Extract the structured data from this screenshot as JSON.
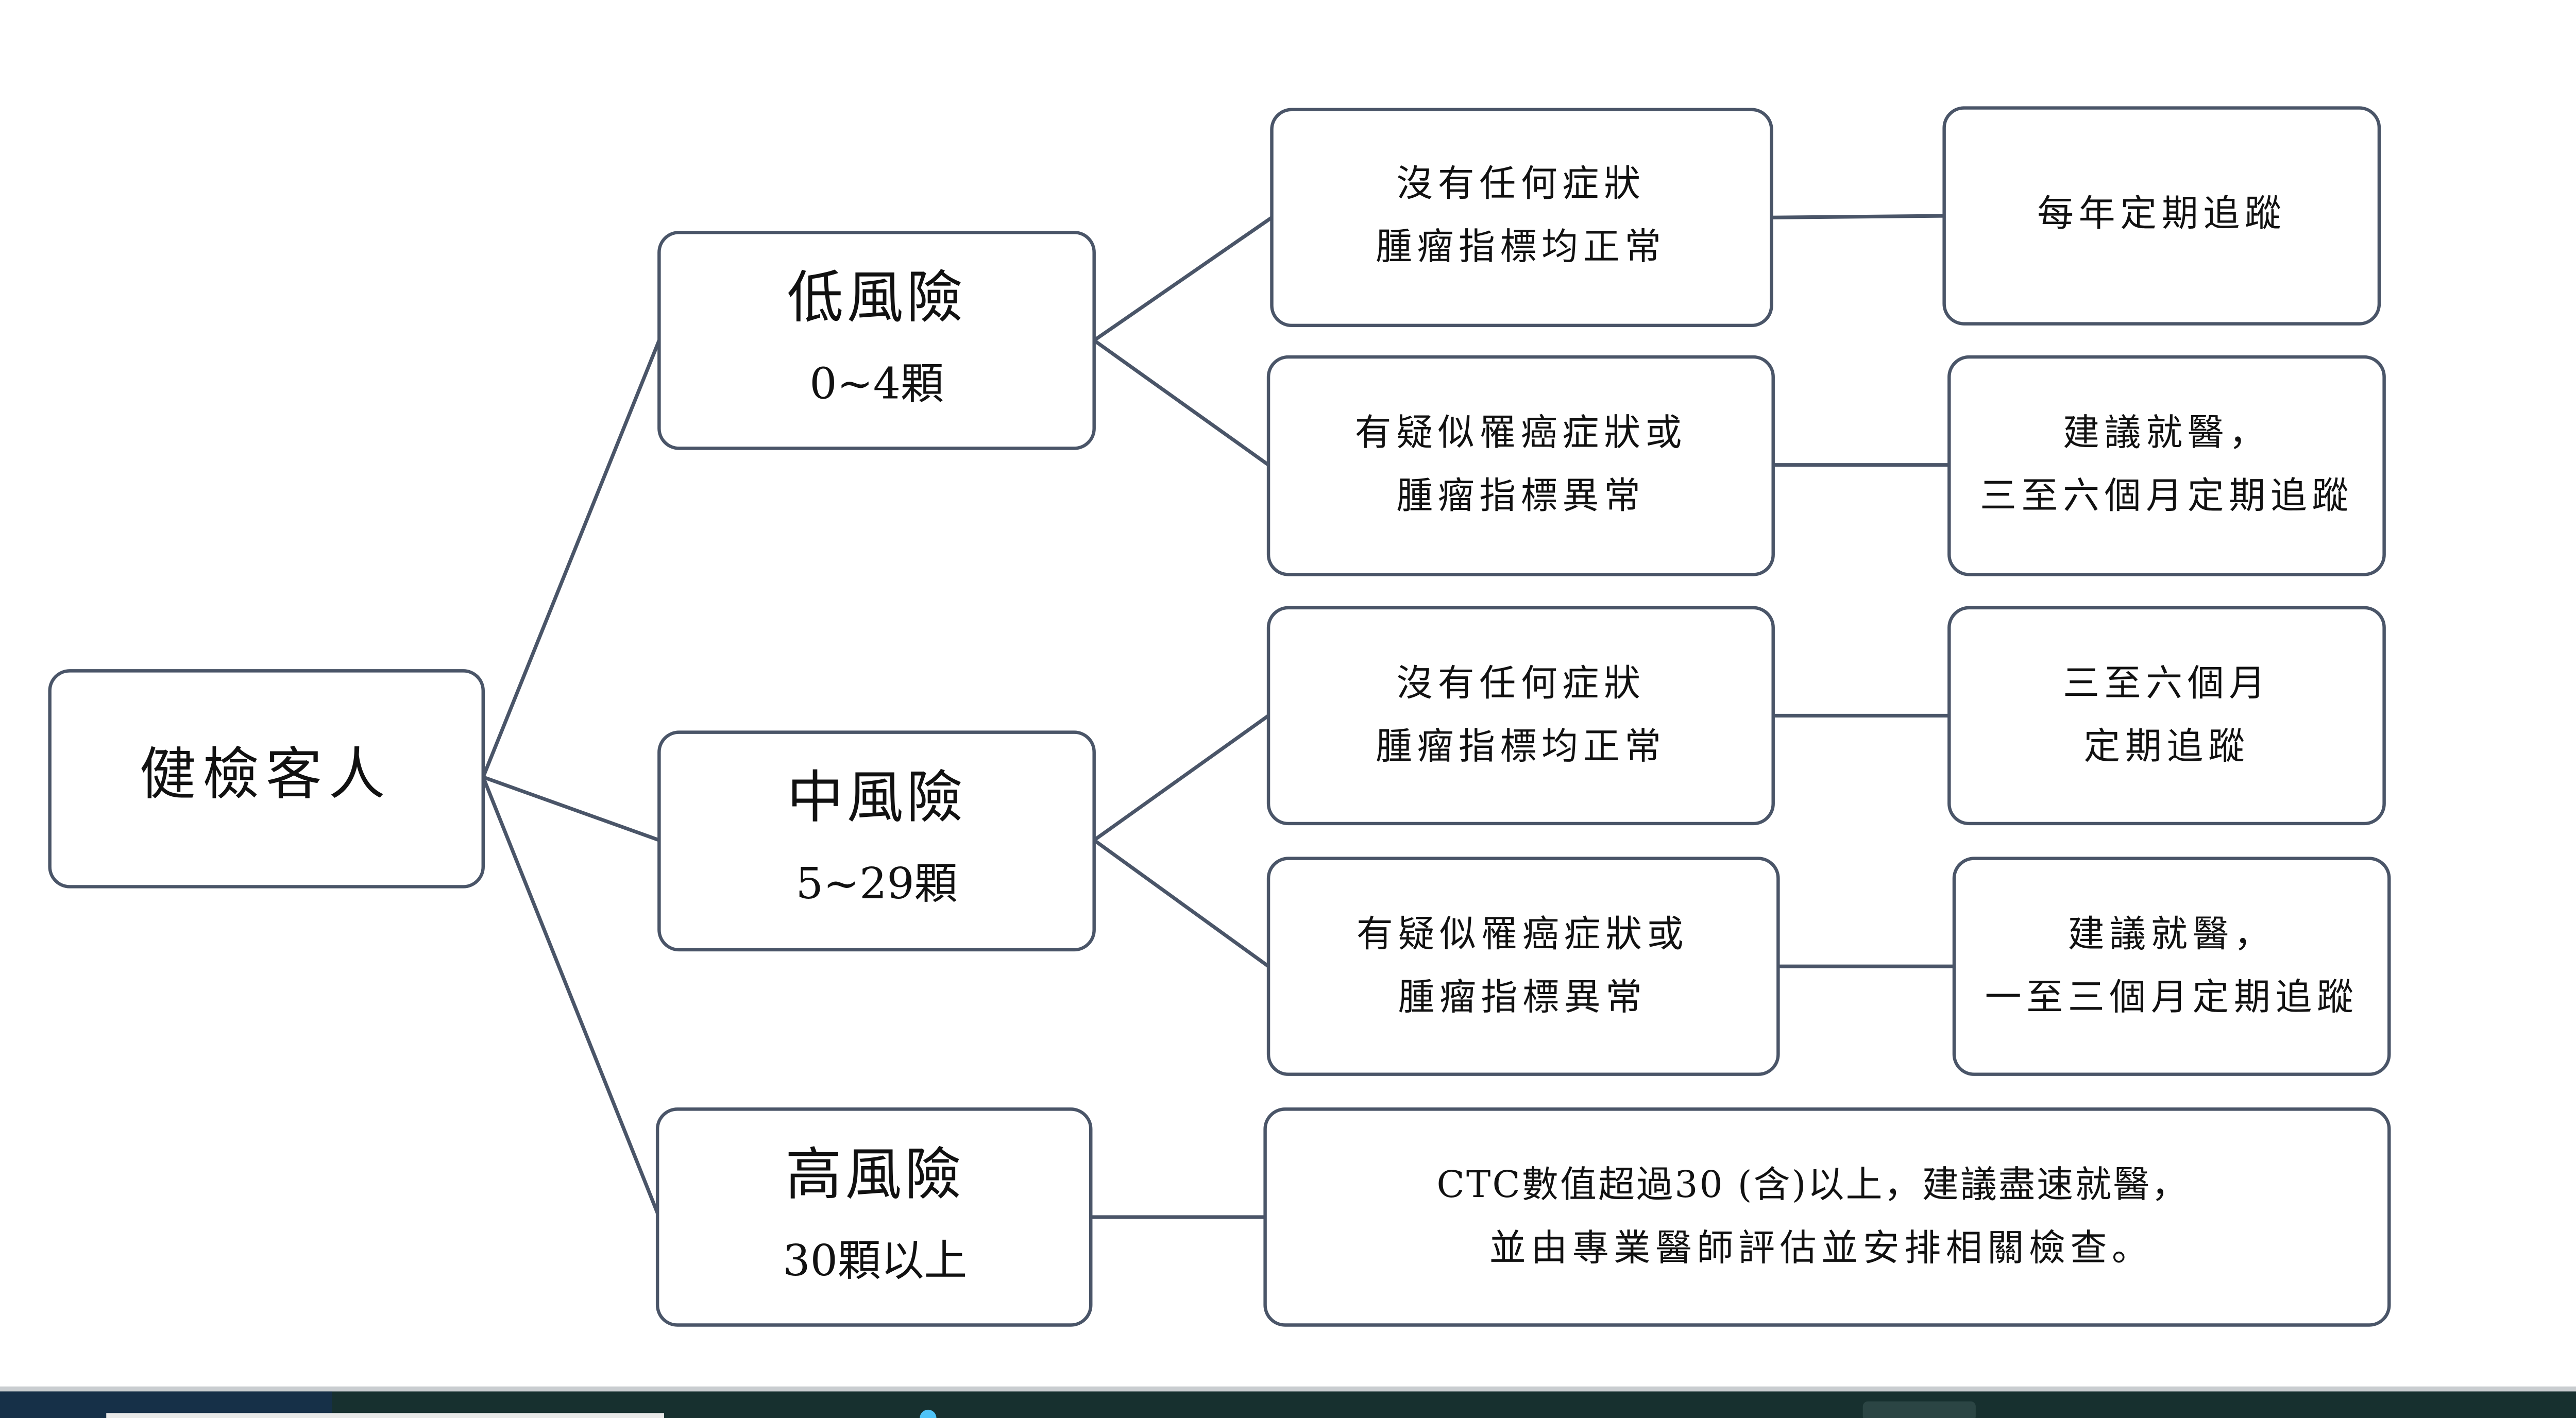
{
  "root": "健檢客人",
  "categories": [
    {
      "title": "低風險",
      "count": "0~4顆"
    },
    {
      "title": "中風險",
      "count": "5~29顆"
    },
    {
      "title": "高風險",
      "count": "30顆以上"
    }
  ],
  "conditions": {
    "low_normal": [
      "沒有任何症狀",
      "腫瘤指標均正常"
    ],
    "low_abnormal": [
      "有疑似罹癌症狀或",
      "腫瘤指標異常"
    ],
    "mid_normal": [
      "沒有任何症狀",
      "腫瘤指標均正常"
    ],
    "mid_abnormal": [
      "有疑似罹癌症狀或",
      "腫瘤指標異常"
    ],
    "high": [
      "CTC數值超過30 (含)以上，建議盡速就醫，",
      "並由專業醫師評估並安排相關檢查。"
    ]
  },
  "actions": {
    "low_normal": [
      "每年定期追蹤"
    ],
    "low_abnormal": [
      "建議就醫，",
      "三至六個月定期追蹤"
    ],
    "mid_normal": [
      "三至六個月",
      "定期追蹤"
    ],
    "mid_abnormal": [
      "建議就醫，",
      "一至三個月定期追蹤"
    ]
  },
  "colors": {
    "stroke": "#4a5568",
    "taskbar": "#17302f"
  }
}
